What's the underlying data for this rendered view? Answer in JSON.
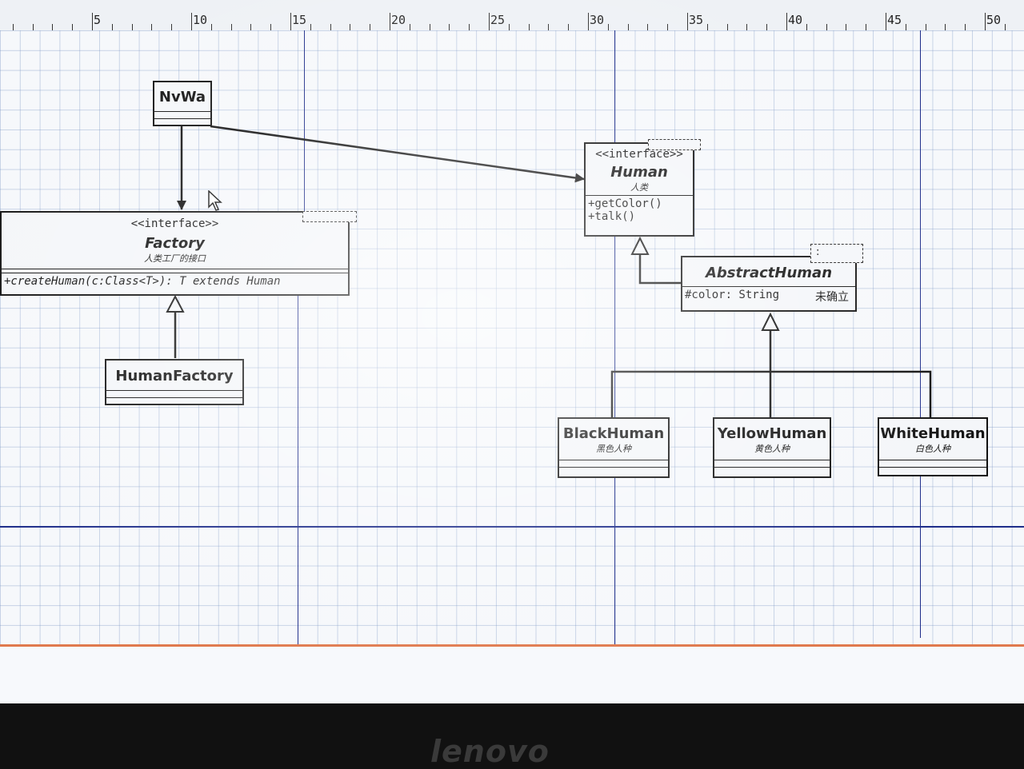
{
  "ruler": {
    "ticks": [
      "5",
      "10",
      "15",
      "20",
      "25",
      "30",
      "35",
      "40",
      "45",
      "50"
    ]
  },
  "classes": {
    "nvwa": {
      "name": "NvWa"
    },
    "factory": {
      "stereotype": "<<interface>>",
      "name": "Factory",
      "subtitle": "人类工厂的接口",
      "method": "+createHuman(c:Class<T>): T extends Human"
    },
    "human_factory": {
      "name": "HumanFactory"
    },
    "human": {
      "stereotype": "<<interface>>",
      "name": "Human",
      "subtitle": "人类",
      "methods": [
        "+getColor()",
        "+talk()"
      ]
    },
    "abstract_human": {
      "name": "AbstractHuman",
      "attribute": "#color: String",
      "note": "未确立",
      "template": ":"
    },
    "black_human": {
      "name": "BlackHuman",
      "subtitle": "黑色人种"
    },
    "yellow_human": {
      "name": "YellowHuman",
      "subtitle": "黄色人种"
    },
    "white_human": {
      "name": "WhiteHuman",
      "subtitle": "白色人种"
    }
  },
  "bezel": {
    "brand": "lenovo"
  },
  "colors": {
    "page_break": "#e07a4e",
    "page_line": "#1e2d8a",
    "grid": "#6e8cbe"
  }
}
